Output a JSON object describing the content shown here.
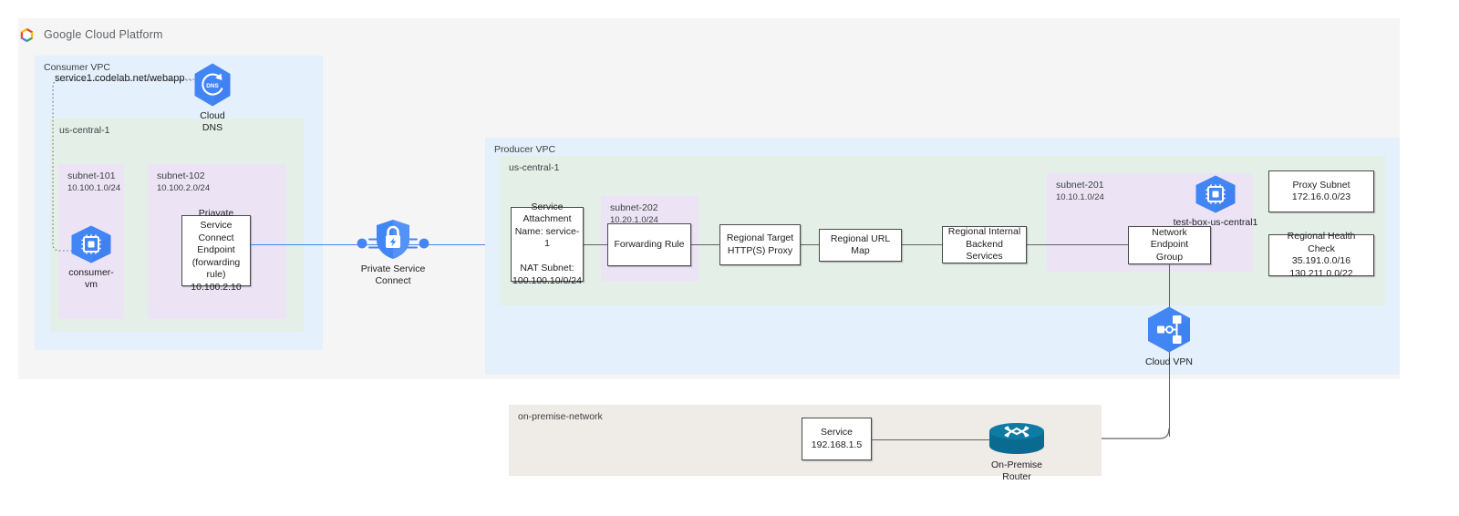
{
  "header": {
    "logo_icon": "google-cloud-platform-logo",
    "title": "Google Cloud Platform"
  },
  "colors": {
    "vpc_background": "#e4f0fb",
    "zone_background": "#e4efe7",
    "subnet_background": "#ece4f5",
    "onprem_background": "#efebe7",
    "page_background": "#f5f5f5",
    "google_blue": "#4285f4",
    "connector_grey": "#5f6368",
    "router_teal": "#0b6a8f"
  },
  "consumer": {
    "vpc_label": "Consumer VPC",
    "zone_label": "us-central-1",
    "dns_record": "service1.codelab.net/webapp",
    "cloud_dns": {
      "icon": "cloud-dns-icon",
      "caption": "Cloud\nDNS"
    },
    "subnets": [
      {
        "name": "subnet-101",
        "cidr": "10.100.1.0/24"
      },
      {
        "name": "subnet-102",
        "cidr": "10.100.2.0/24"
      }
    ],
    "vm": {
      "icon": "compute-engine-vm-icon",
      "caption": "consumer-vm"
    },
    "psc_endpoint": "Priavate Service\nConnect Endpoint\n(forwarding rule)\n10.100.2.10"
  },
  "psc": {
    "icon": "private-service-connect-icon",
    "caption": "Private Service Connect"
  },
  "producer": {
    "vpc_label": "Producer VPC",
    "zone_label": "us-central-1",
    "service_attachment": "Service\nAttachment\nName: service-1\n\nNAT Subnet:\n100.100.10/0/24",
    "subnet_202": {
      "name": "subnet-202",
      "cidr": "10.20.1.0/24"
    },
    "forwarding_rule": "Forwarding Rule",
    "target_proxy": "Regional Target\nHTTP(S) Proxy",
    "url_map": "Regional URL Map",
    "backend_services": "Regional Internal\nBackend Services",
    "subnet_201": {
      "name": "subnet-201",
      "cidr": "10.10.1.0/24"
    },
    "test_box": {
      "icon": "compute-engine-vm-icon",
      "caption": "test-box-us-central1"
    },
    "network_endpoint_group": "Network Endpoint\nGroup",
    "proxy_subnet": "Proxy Subnet\n172.16.0.0/23",
    "health_check": "Regional Health Check\n35.191.0.0/16\n130.211.0.0/22",
    "cloud_vpn": {
      "icon": "cloud-vpn-icon",
      "caption": "Cloud VPN"
    }
  },
  "onpremise": {
    "label": "on-premise-network",
    "service": "Service\n192.168.1.5",
    "router": {
      "icon": "on-premise-router-icon",
      "caption": "On-Premise Router"
    }
  }
}
